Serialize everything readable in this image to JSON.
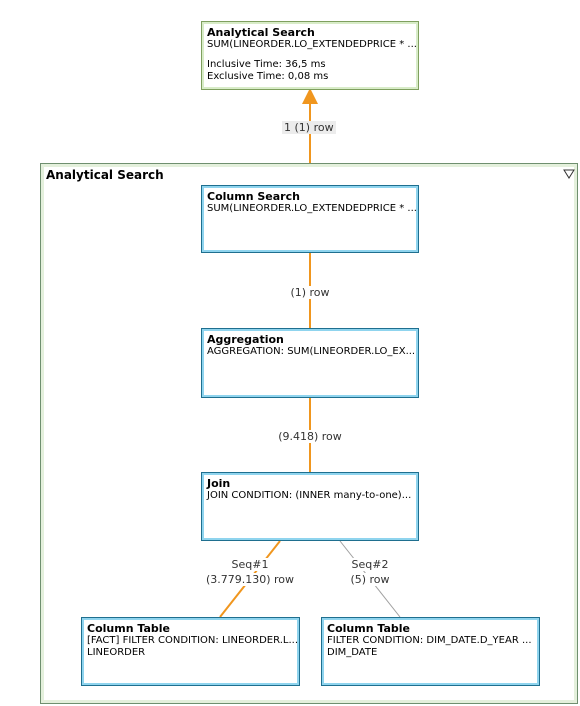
{
  "top_node": {
    "title": "Analytical Search",
    "detail": "SUM(LINEORDER.LO_EXTENDEDPRICE * ...",
    "inclusive_time": "Inclusive Time: 36,5 ms",
    "exclusive_time": "Exclusive Time: 0,08 ms"
  },
  "top_edge_label": "1 (1) row",
  "container": {
    "title": "Analytical Search"
  },
  "nodes": {
    "column_search": {
      "title": "Column Search",
      "detail": "SUM(LINEORDER.LO_EXTENDEDPRICE * ..."
    },
    "aggregation": {
      "title": "Aggregation",
      "detail": "AGGREGATION: SUM(LINEORDER.LO_EX..."
    },
    "join": {
      "title": "Join",
      "detail": "JOIN CONDITION: (INNER many-to-one)..."
    },
    "column_table_fact": {
      "title": "Column Table",
      "detail": "[FACT] FILTER CONDITION: LINEORDER.L...",
      "detail2": "LINEORDER"
    },
    "column_table_dim": {
      "title": "Column Table",
      "detail": "FILTER CONDITION: DIM_DATE.D_YEAR ...",
      "detail2": "DIM_DATE"
    }
  },
  "edges": {
    "search_to_agg": "(1) row",
    "agg_to_join": "(9.418) row",
    "seq1_name": "Seq#1",
    "seq1_rows": "(3.779.130) row",
    "seq2_name": "Seq#2",
    "seq2_rows": "(5) row"
  },
  "colors": {
    "primary_edge": "#f0961e",
    "secondary_edge": "#a0a0a0"
  }
}
